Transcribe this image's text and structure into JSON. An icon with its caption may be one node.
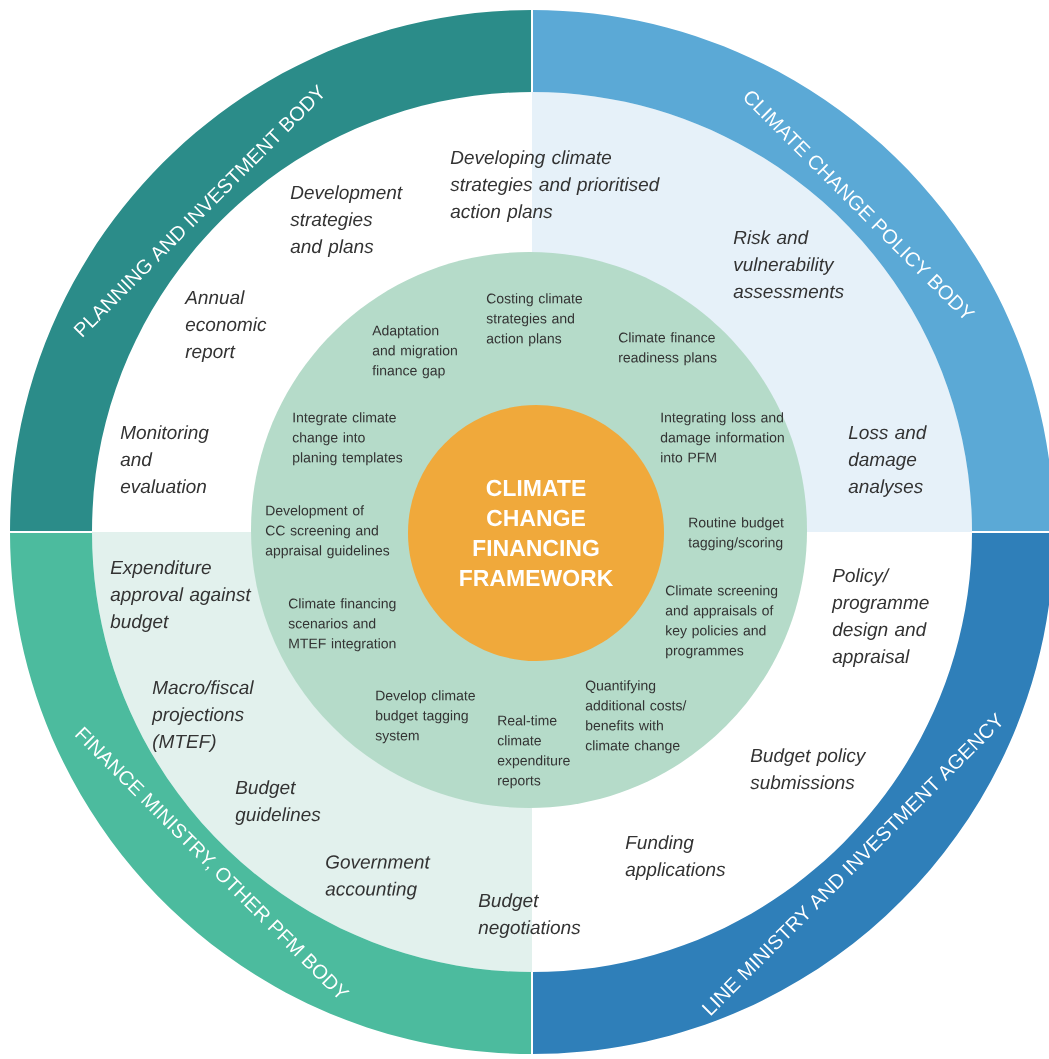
{
  "diagram": {
    "nodes": [
      {
        "text": [
          "PLANNING AND INVESTMENT BODY"
        ]
      },
      {
        "text": [
          "CLIMATE CHANGE POLICY BODY"
        ]
      },
      {
        "text": [
          "FINANCE MINISTRY, OTHER PFM BODY"
        ]
      },
      {
        "text": [
          "LINE MINISTRY AND INVESTMENT AGENCY"
        ]
      },
      {
        "text": [
          "Costing climate strategies and action plans",
          "Adaptation and migration finance gap",
          "Climate finance readiness plans",
          "Integrate climate change into planing templates",
          "Integrating loss and damage information into PFM",
          "Development of CC screening and appraisal guidelines",
          "Routine budget tagging/scoring",
          "Climate financing scenarios and MTEF integration",
          "Climate screening and appraisals of key policies and programmes",
          "Develop climate budget tagging system",
          "Real-time climate expenditure reports",
          "Quantifying additional costs/ benefits with climate change"
        ]
      },
      {
        "text": [
          "CLIMATE CHANGE FINANCING FRAMEWORK"
        ],
        "in": 4
      }
    ],
    "labels": [
      "Developing climate strategies and prioritised action plans",
      "Development strategies and plans",
      "Risk and vulnerability assessments",
      "Annual economic report",
      "Monitoring and evaluation",
      "Loss and damage analyses",
      "Expenditure approval against budget",
      "Policy/ programme design and appraisal",
      "Macro/fiscal projections (MTEF)",
      "Budget policy submissions",
      "Budget guidelines",
      "Funding applications",
      "Government accounting",
      "Budget negotiations"
    ]
  }
}
